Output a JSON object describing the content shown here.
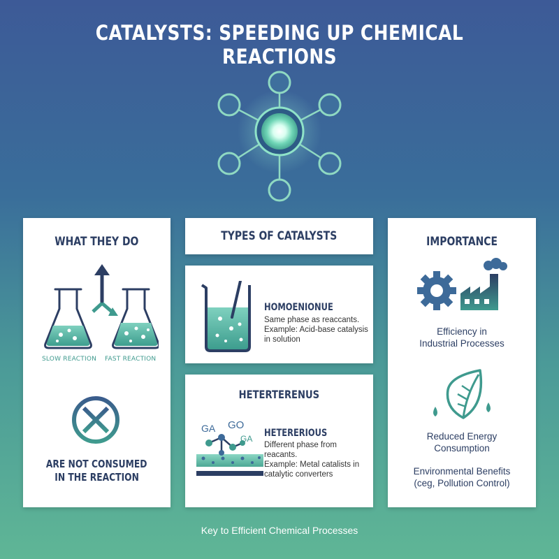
{
  "title": "CATALYSTS: SPEEDING UP CHEMICAL REACTIONS",
  "what_they_do": {
    "heading": "WHAT THEY DO",
    "slow_label": "SLOW REACTION",
    "fast_label": "FAST REACTION",
    "not_consumed_line1": "ARE NOT CONSUMED",
    "not_consumed_line2": "IN THE REACTION",
    "icons": [
      "flask-icon",
      "up-arrow-icon",
      "no-symbol-icon"
    ]
  },
  "types": {
    "heading": "TYPES OF CATALYSTS",
    "homogeneous": {
      "title": "HOMOENIONUE",
      "line1": "Same phase as reaccants.",
      "line2": "Example: Acid-base catalysis",
      "line3": "in solution"
    },
    "heterogeneous": {
      "heading": "HETERTERENUS",
      "title": "HETERERIOUS",
      "line1": "Different phase from reacants.",
      "line2": "Example: Metal catalists in",
      "line3": "catalytic converters",
      "ga_left": "GA",
      "go": "GO",
      "ga_right": "GA"
    }
  },
  "importance": {
    "heading": "IMPORTANCE",
    "efficiency_line1": "Efficiency in",
    "efficiency_line2": "Industrial Processes",
    "energy_line1": "Reduced Energy",
    "energy_line2": "Consumption",
    "env_line1": "Environmental Benefits",
    "env_line2": "(ceg, Pollution Control)"
  },
  "footer": "Key to Efficient Chemical Processes",
  "colors": {
    "navy": "#2c3e63",
    "teal": "#3f9a8e",
    "blue_icon": "#3d6a99"
  }
}
